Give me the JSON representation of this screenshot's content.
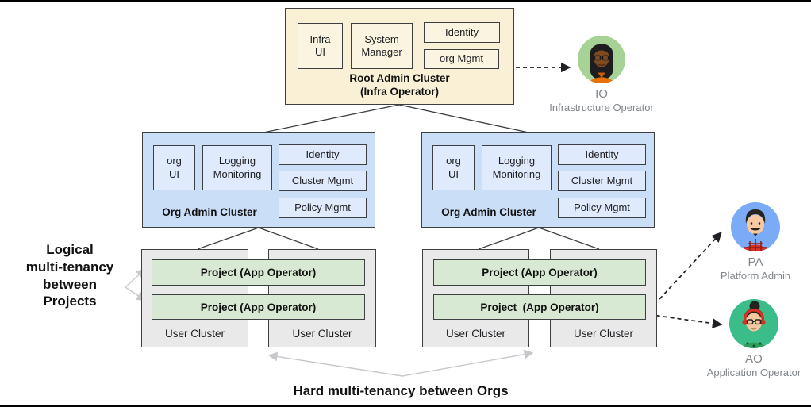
{
  "colors": {
    "root_cluster_fill": "#FAF0D6",
    "root_box_fill": "#FBF4E1",
    "org_cluster_fill": "#CBDEF8",
    "org_box_fill": "#DFEAFD",
    "user_cluster_fill": "#E9E9E9",
    "project_fill": "#D7E9D2",
    "border": "#3C4043",
    "annotation_arrow_gray": "#C6C8CC",
    "persona_label_gray": "#80868B",
    "io_avatar_bg": "#A6D296",
    "pa_avatar_bg": "#7BAAF7",
    "ao_avatar_bg": "#3BBD89"
  },
  "root_cluster": {
    "title": "Root Admin Cluster\n(Infra Operator)",
    "boxes": {
      "infra_ui": "Infra\nUI",
      "system_manager": "System\nManager",
      "identity": "Identity",
      "org_mgmt": "org Mgmt"
    }
  },
  "org_clusters": [
    {
      "title": "Org Admin Cluster",
      "boxes": {
        "org_ui": "org\nUI",
        "logging_monitoring": "Logging\nMonitoring",
        "identity": "Identity",
        "cluster_mgmt": "Cluster Mgmt",
        "policy_mgmt": "Policy Mgmt"
      }
    },
    {
      "title": "Org Admin Cluster",
      "boxes": {
        "org_ui": "org\nUI",
        "logging_monitoring": "Logging\nMonitoring",
        "identity": "Identity",
        "cluster_mgmt": "Cluster Mgmt",
        "policy_mgmt": "Policy Mgmt"
      }
    }
  ],
  "user_cluster_groups": [
    {
      "projects": [
        "Project (App Operator)",
        "Project (App Operator)"
      ],
      "clusters": [
        "User Cluster",
        "User Cluster"
      ]
    },
    {
      "projects": [
        "Project (App Operator)",
        "Project  (App Operator)"
      ],
      "clusters": [
        "User Cluster",
        "User Cluster"
      ]
    }
  ],
  "annotations": {
    "left_note": "Logical\nmulti-tenancy\nbetween\nProjects",
    "bottom_note": "Hard multi-tenancy between Orgs"
  },
  "personas": [
    {
      "initials": "IO",
      "role": "Infrastructure Operator"
    },
    {
      "initials": "PA",
      "role": "Platform Admin"
    },
    {
      "initials": "AO",
      "role": "Application Operator"
    }
  ]
}
